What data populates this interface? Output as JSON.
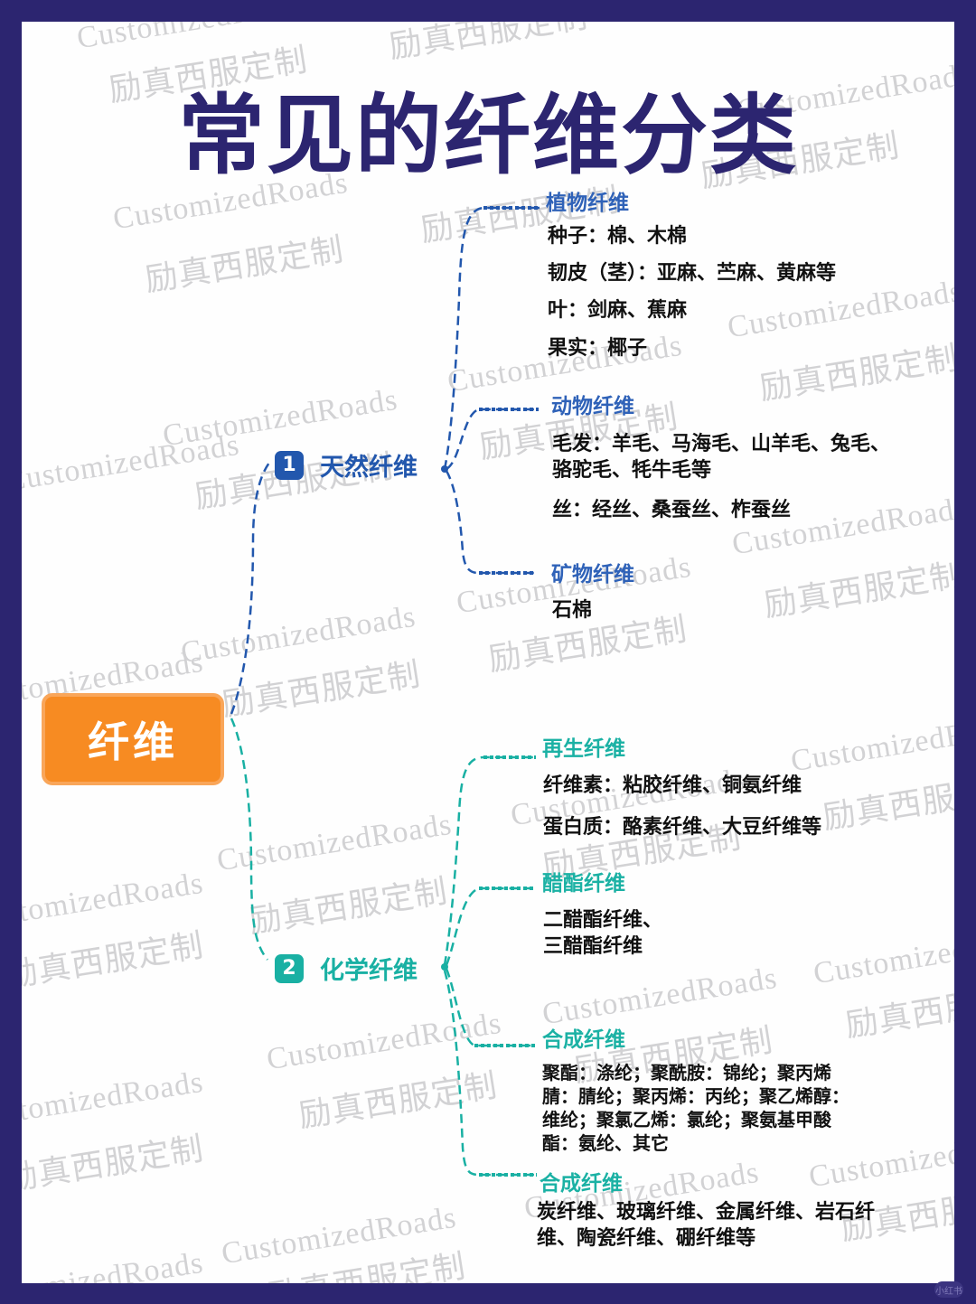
{
  "title": "常见的纤维分类",
  "root": {
    "label": "纤维",
    "color": "#f78b22"
  },
  "colors": {
    "frame": "#2c2570",
    "natural": "#2257ad",
    "chemical": "#19b0a3"
  },
  "branches": [
    {
      "index": "1",
      "label": "天然纤维",
      "subcategories": [
        {
          "label": "植物纤维",
          "items": [
            "种子：棉、木棉",
            "韧皮（茎）：亚麻、苎麻、黄麻等",
            "叶：剑麻、蕉麻",
            "果实：椰子"
          ]
        },
        {
          "label": "动物纤维",
          "items": [
            "毛发：羊毛、马海毛、山羊毛、兔毛、",
            "骆驼毛、牦牛毛等",
            "丝：经丝、桑蚕丝、柞蚕丝"
          ]
        },
        {
          "label": "矿物纤维",
          "items": [
            "石棉"
          ]
        }
      ]
    },
    {
      "index": "2",
      "label": "化学纤维",
      "subcategories": [
        {
          "label": "再生纤维",
          "items": [
            "纤维素：粘胶纤维、铜氨纤维",
            "蛋白质：酪素纤维、大豆纤维等"
          ]
        },
        {
          "label": "醋酯纤维",
          "items": [
            "二醋酯纤维、",
            "三醋酯纤维"
          ]
        },
        {
          "label": "合成纤维",
          "items": [
            "聚酯：涤纶；聚酰胺：锦纶；聚丙烯",
            "腈：腈纶；聚丙烯：丙纶；聚乙烯醇：",
            "维纶；聚氯乙烯：氯纶；聚氨基甲酸",
            "酯：氨纶、其它"
          ]
        },
        {
          "label": "合成纤维",
          "items": [
            "炭纤维、玻璃纤维、金属纤维、岩石纤",
            "维、陶瓷纤维、硼纤维等"
          ]
        }
      ]
    }
  ],
  "watermarks": {
    "en": "CustomizedRoads",
    "cn": "励真西服定制"
  },
  "corner_logo": "小红书"
}
